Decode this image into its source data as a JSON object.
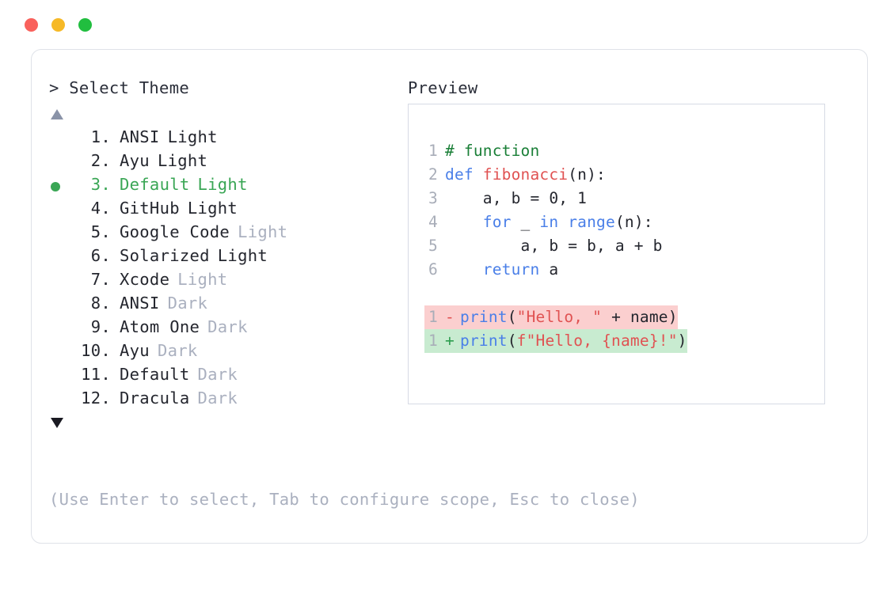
{
  "window": {
    "controls": [
      {
        "name": "close",
        "color": "#f9615c"
      },
      {
        "name": "minimize",
        "color": "#f6b927"
      },
      {
        "name": "maximize",
        "color": "#21be3f"
      }
    ]
  },
  "selector": {
    "prompt": "> Select Theme",
    "scroll_up_icon": "triangle-up",
    "scroll_down_icon": "triangle-down",
    "selected_index": 3,
    "selected_bullet_color": "#3aa655",
    "items": [
      {
        "index": "1.",
        "name": "ANSI",
        "variant": "Light",
        "variant_muted": false,
        "selected": false
      },
      {
        "index": "2.",
        "name": "Ayu",
        "variant": "Light",
        "variant_muted": false,
        "selected": false
      },
      {
        "index": "3.",
        "name": "Default",
        "variant": "Light",
        "variant_muted": false,
        "selected": true
      },
      {
        "index": "4.",
        "name": "GitHub",
        "variant": "Light",
        "variant_muted": false,
        "selected": false
      },
      {
        "index": "5.",
        "name": "Google Code",
        "variant": "Light",
        "variant_muted": true,
        "selected": false
      },
      {
        "index": "6.",
        "name": "Solarized",
        "variant": "Light",
        "variant_muted": false,
        "selected": false
      },
      {
        "index": "7.",
        "name": "Xcode",
        "variant": "Light",
        "variant_muted": true,
        "selected": false
      },
      {
        "index": "8.",
        "name": "ANSI",
        "variant": "Dark",
        "variant_muted": true,
        "selected": false
      },
      {
        "index": "9.",
        "name": "Atom One",
        "variant": "Dark",
        "variant_muted": true,
        "selected": false
      },
      {
        "index": "10.",
        "name": "Ayu",
        "variant": "Dark",
        "variant_muted": true,
        "selected": false
      },
      {
        "index": "11.",
        "name": "Default",
        "variant": "Dark",
        "variant_muted": true,
        "selected": false
      },
      {
        "index": "12.",
        "name": "Dracula",
        "variant": "Dark",
        "variant_muted": true,
        "selected": false
      }
    ]
  },
  "preview": {
    "title": "Preview",
    "code_lines": [
      {
        "num": "1",
        "tokens": [
          {
            "text": "# function",
            "cls": "t-comment"
          }
        ]
      },
      {
        "num": "2",
        "tokens": [
          {
            "text": "def ",
            "cls": "t-kw"
          },
          {
            "text": "fibonacci",
            "cls": "t-fn"
          },
          {
            "text": "(n):",
            "cls": "t-plain"
          }
        ]
      },
      {
        "num": "3",
        "tokens": [
          {
            "text": "    a, b = 0, 1",
            "cls": "t-plain"
          }
        ]
      },
      {
        "num": "4",
        "tokens": [
          {
            "text": "    ",
            "cls": "t-plain"
          },
          {
            "text": "for",
            "cls": "t-kw"
          },
          {
            "text": " _ ",
            "cls": "t-plain"
          },
          {
            "text": "in range",
            "cls": "t-kw"
          },
          {
            "text": "(n):",
            "cls": "t-plain"
          }
        ]
      },
      {
        "num": "5",
        "tokens": [
          {
            "text": "        a, b = b, a + b",
            "cls": "t-plain"
          }
        ]
      },
      {
        "num": "6",
        "tokens": [
          {
            "text": "    ",
            "cls": "t-plain"
          },
          {
            "text": "return",
            "cls": "t-kw"
          },
          {
            "text": " a",
            "cls": "t-plain"
          }
        ]
      }
    ],
    "diff_lines": [
      {
        "num": "1",
        "marker": "-",
        "kind": "del",
        "tokens": [
          {
            "text": "print",
            "cls": "t-kw"
          },
          {
            "text": "(",
            "cls": "t-plain"
          },
          {
            "text": "\"Hello, \"",
            "cls": "t-str"
          },
          {
            "text": " + name)",
            "cls": "t-plain"
          }
        ]
      },
      {
        "num": "1",
        "marker": "+",
        "kind": "add",
        "tokens": [
          {
            "text": "print",
            "cls": "t-kw"
          },
          {
            "text": "(",
            "cls": "t-plain"
          },
          {
            "text": "f\"Hello, {name}!\"",
            "cls": "t-str"
          },
          {
            "text": ")",
            "cls": "t-plain"
          }
        ]
      }
    ],
    "colors": {
      "comment": "#1a7f37",
      "keyword": "#4a7fe8",
      "function": "#e05252",
      "string": "#e05252",
      "line_number": "#a8adb8",
      "diff_delete_bg": "#fbcfcf",
      "diff_add_bg": "#c8ebd0"
    }
  },
  "footer": {
    "hint": "(Use Enter to select, Tab to configure scope, Esc to close)"
  }
}
